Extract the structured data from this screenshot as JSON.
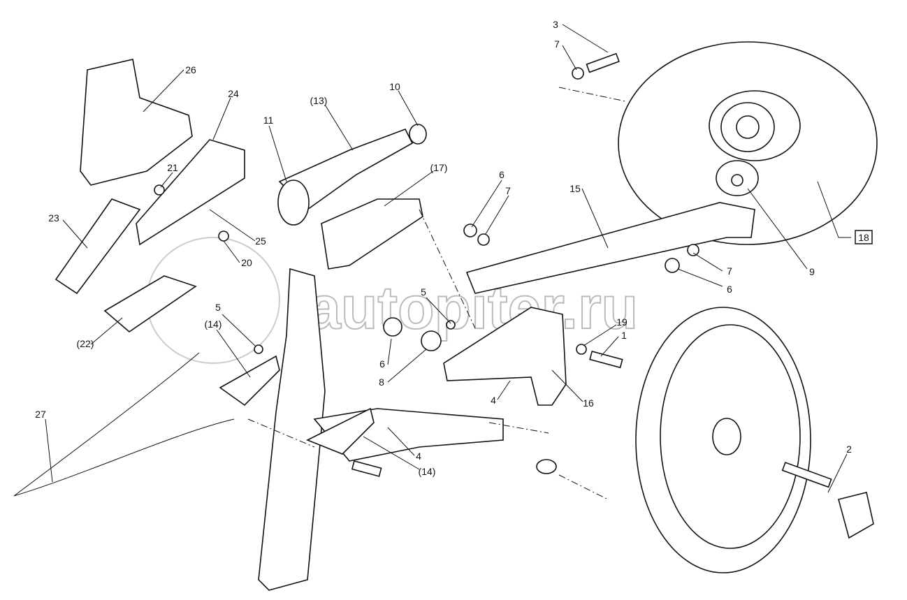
{
  "diagram": {
    "labels": [
      "3",
      "7",
      "26",
      "24",
      "10",
      "(13)",
      "11",
      "(17)",
      "6",
      "7",
      "15",
      "21",
      "23",
      "25",
      "20",
      "18",
      "9",
      "7",
      "6",
      "5",
      "5",
      "(14)",
      "19",
      "1",
      "6",
      "8",
      "16",
      "4",
      "(22)",
      "27",
      "2",
      "4",
      "(14)"
    ],
    "watermark": "autopiter.ru"
  }
}
